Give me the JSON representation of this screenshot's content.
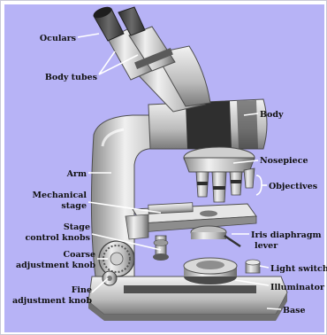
{
  "diagram": {
    "labels": {
      "oculars": "Oculars",
      "body_tubes": "Body tubes",
      "body": "Body",
      "nosepiece": "Nosepiece",
      "objectives": "Objectives",
      "arm": "Arm",
      "mechanical_stage_1": "Mechanical",
      "mechanical_stage_2": "stage",
      "stage_control_1": "Stage",
      "stage_control_2": "control knobs",
      "iris_1": "Iris diaphragm",
      "iris_2": "lever",
      "coarse_1": "Coarse",
      "coarse_2": "adjustment knob",
      "light_switch": "Light switch",
      "illuminator": "Illuminator",
      "fine_1": "Fine",
      "fine_2": "adjustment knob",
      "base": "Base"
    },
    "colors": {
      "background": "#b7b3f6",
      "label_text": "#111111",
      "leader_lines": "#ffffff",
      "metal_light": "#e3e3e3",
      "metal_mid": "#a9a9a9",
      "metal_dark": "#4a4a4a"
    }
  }
}
